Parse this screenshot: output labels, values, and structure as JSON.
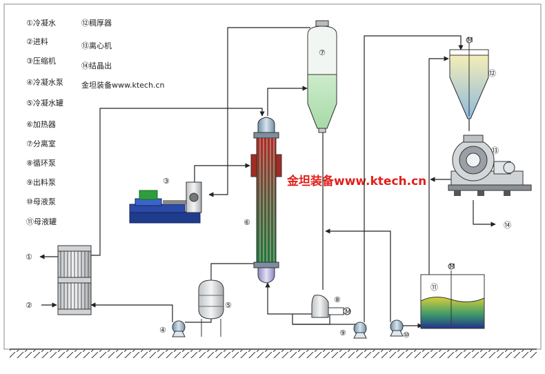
{
  "legend": [
    {
      "id": "①",
      "label": "冷凝水"
    },
    {
      "id": "②",
      "label": "进料"
    },
    {
      "id": "③",
      "label": "压缩机"
    },
    {
      "id": "④",
      "label": "冷凝水泵"
    },
    {
      "id": "⑤",
      "label": "冷凝水罐"
    },
    {
      "id": "⑥",
      "label": "加热器"
    },
    {
      "id": "⑦",
      "label": "分离室"
    },
    {
      "id": "⑧",
      "label": "循环泵"
    },
    {
      "id": "⑨",
      "label": "出料泵"
    },
    {
      "id": "⑩",
      "label": "母液泵"
    },
    {
      "id": "⑪",
      "label": "母液罐"
    },
    {
      "id": "⑫",
      "label": "稠厚器"
    },
    {
      "id": "⑬",
      "label": "离心机"
    },
    {
      "id": "⑭",
      "label": "结晶出"
    }
  ],
  "credit": "金坦装备www.ktech.cn",
  "watermark": "金坦装备www.ktech.cn",
  "callouts": [
    "①",
    "②",
    "③",
    "④",
    "⑤",
    "⑥",
    "⑦",
    "⑧",
    "⑨",
    "⑩",
    "⑪",
    "⑫",
    "⑬",
    "⑭"
  ],
  "motor_mark": "M",
  "colors": {
    "pipe": "#222222",
    "watermark": "#e0201b",
    "heater_red": "#c0392b",
    "heater_green": "#2e7d32",
    "separator_liquid": "#bfe5c0",
    "thickener_top": "#f2ecb0",
    "thickener_bottom": "#9fc3df",
    "tank_liquid_top": "#d9cf3a",
    "tank_liquid_bottom": "#2d3f8f",
    "compressor_blue": "#1f3b8c",
    "compressor_green": "#2e9e3c"
  }
}
